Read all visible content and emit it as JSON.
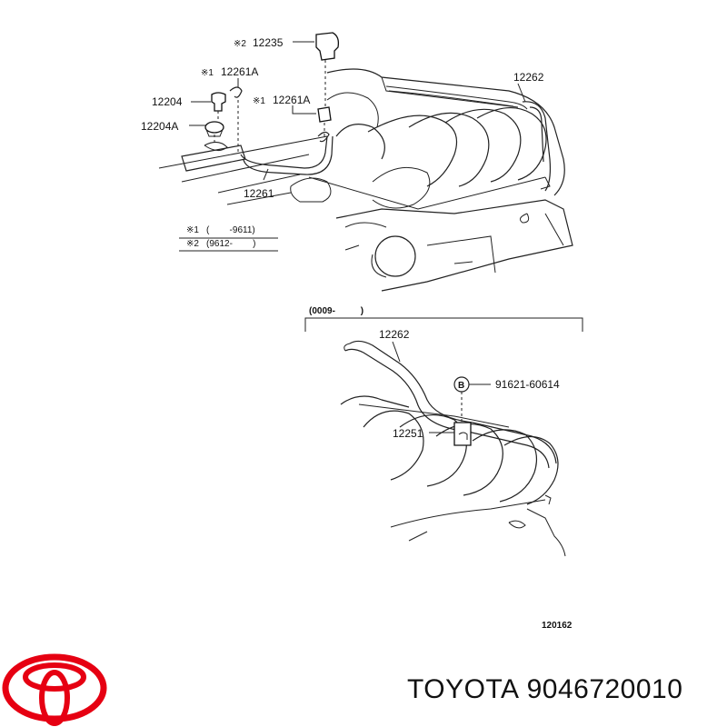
{
  "callouts": {
    "c12235": "12235",
    "c12261A_top": "12261A",
    "c12204": "12204",
    "c12261A_mid": "12261A",
    "c12204A": "12204A",
    "c12262_top": "12262",
    "c12261": "12261",
    "c12262_bot": "12262",
    "c91621": "91621-60614",
    "c12251": "12251"
  },
  "marks": {
    "m2": "※2",
    "m1": "※1",
    "circle_b": "B"
  },
  "notes": {
    "note1_mark": "※1",
    "note1_text": "(        -9611)",
    "note2_mark": "※2",
    "note2_text": "(9612-        )"
  },
  "section": {
    "range": "(0009-          )"
  },
  "figure_id": "120162",
  "brand": {
    "name": "TOYOTA",
    "part_number": "9046720010",
    "logo_color": "#e60012"
  }
}
